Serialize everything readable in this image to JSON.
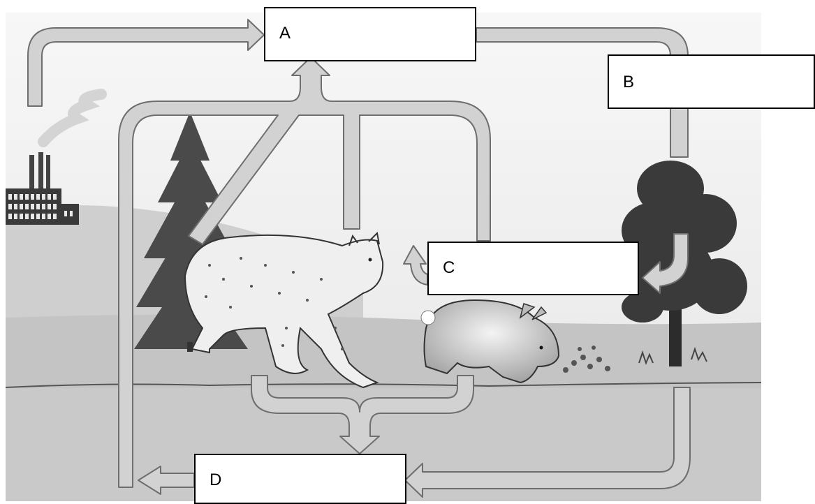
{
  "diagram": {
    "labels": {
      "a": "A",
      "b": "B",
      "c": "C",
      "d": "D"
    },
    "colors": {
      "arrow_fill": "#d2d2d2",
      "arrow_stroke": "#6e6e6e",
      "sky": "#f2f2f2",
      "ground": "#c4c4c4",
      "tree_dark": "#3e3e3e",
      "box_border": "#000000"
    },
    "scene_elements": [
      "factory-icon",
      "smoke-icon",
      "spruce-tree-icon",
      "deciduous-tree-icon",
      "bobcat-icon",
      "rabbit-icon",
      "grass-plant-icon"
    ]
  }
}
